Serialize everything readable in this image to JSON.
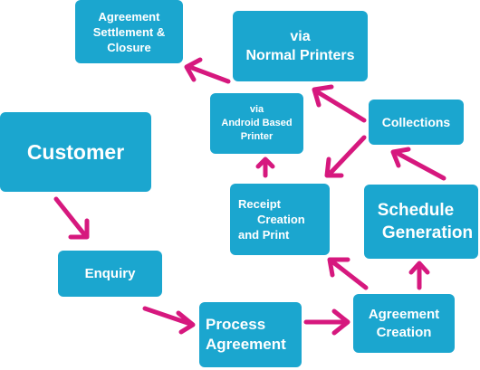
{
  "colors": {
    "node_fill": "#1ba6cf",
    "node_text": "#ffffff",
    "arrow": "#d6187e",
    "background": "#ffffff"
  },
  "nodes": {
    "agreement_settlement": {
      "lines": [
        "Agreement",
        "Settlement &",
        "Closure"
      ]
    },
    "normal_printers": {
      "lines": [
        "via",
        "Normal Printers"
      ]
    },
    "customer": {
      "lines": [
        "Customer"
      ]
    },
    "android_printer": {
      "lines": [
        "via",
        "Android Based",
        "Printer"
      ]
    },
    "collections": {
      "lines": [
        "Collections"
      ]
    },
    "receipt_creation": {
      "lines": [
        "Receipt",
        "Creation",
        "and Print"
      ]
    },
    "schedule_generation": {
      "lines": [
        "Schedule",
        "Generation"
      ]
    },
    "enquiry": {
      "lines": [
        "Enquiry"
      ]
    },
    "process_agreement": {
      "lines": [
        "Process",
        "Agreement"
      ]
    },
    "agreement_creation": {
      "lines": [
        "Agreement",
        "Creation"
      ]
    }
  }
}
